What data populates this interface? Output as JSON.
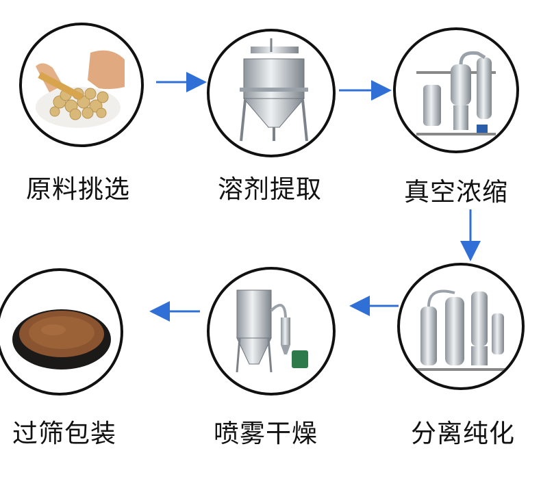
{
  "steps": [
    {
      "label": "原料挑选",
      "icon": "herb-slices-icon"
    },
    {
      "label": "溶剂提取",
      "icon": "extraction-tank-icon"
    },
    {
      "label": "真空浓缩",
      "icon": "vacuum-concentrator-icon"
    },
    {
      "label": "分离纯化",
      "icon": "separation-purification-icon"
    },
    {
      "label": "喷雾干燥",
      "icon": "spray-dryer-icon"
    },
    {
      "label": "过筛包装",
      "icon": "powder-bowl-icon"
    }
  ],
  "colors": {
    "arrow": "#2f6fd6",
    "ring": "#111111",
    "text": "#111111"
  }
}
